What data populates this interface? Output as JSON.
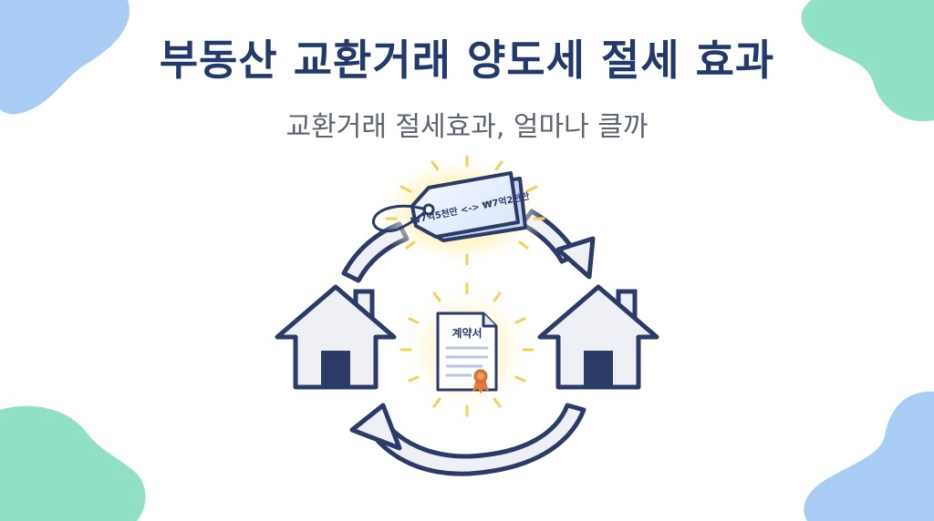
{
  "header": {
    "title": "부동산 교환거래 양도세 절세 효과",
    "subtitle": "교환거래 절세효과, 얼마나 클까"
  },
  "price_tag": {
    "text": "₩7억5천만 <-> ₩7억2천만"
  },
  "contract": {
    "title": "계약서"
  },
  "icons": {
    "left_house": "house-icon",
    "right_house": "house-icon",
    "contract": "document-icon",
    "seal": "seal-badge-icon",
    "top_arrow": "curved-arrow-right-icon",
    "bottom_arrow": "curved-arrow-left-icon",
    "tag": "price-tag-icon"
  },
  "colors": {
    "navy": "#2b3a67",
    "house_fill": "#eef0f6",
    "arrow_fill": "#eef0f6",
    "blob_blue": "#a9ccf5",
    "blob_green": "#8fe0c7",
    "glow": "#f6cf5b",
    "seal": "#e07a3a"
  }
}
